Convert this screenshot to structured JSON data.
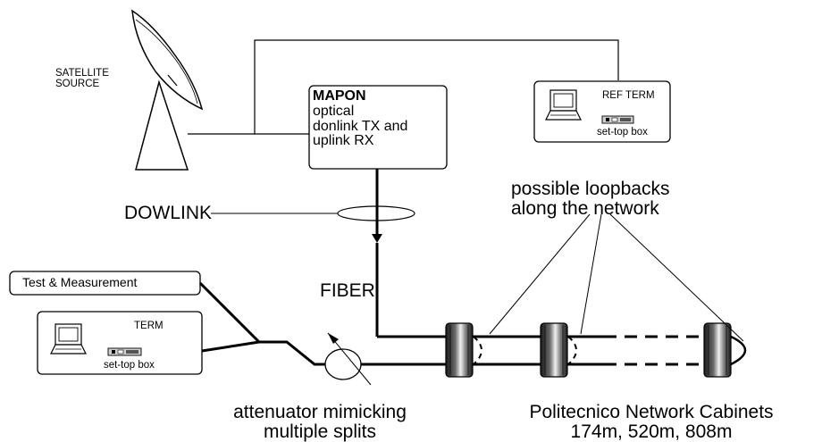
{
  "satellite": {
    "label_line1": "SATELLITE",
    "label_line2": "SOURCE"
  },
  "mapon": {
    "title": "MAPON",
    "line1": "optical",
    "line2": "donlink TX and",
    "line3": "uplink RX"
  },
  "ref_term": {
    "title": "REF TERM",
    "stb_label": "set-top box"
  },
  "term": {
    "title": "TERM",
    "stb_label": "set-top box"
  },
  "test": {
    "label": "Test & Measurement"
  },
  "downlink": {
    "label": "DOWLINK"
  },
  "fiber": {
    "label": "FIBER"
  },
  "loopbacks": {
    "line1": "possible loopbacks",
    "line2": "along the network"
  },
  "attenuator": {
    "line1": "attenuator mimicking",
    "line2": "multiple splits"
  },
  "cabinets": {
    "line1": "Politecnico Network Cabinets",
    "line2": "174m, 520m, 808m"
  }
}
